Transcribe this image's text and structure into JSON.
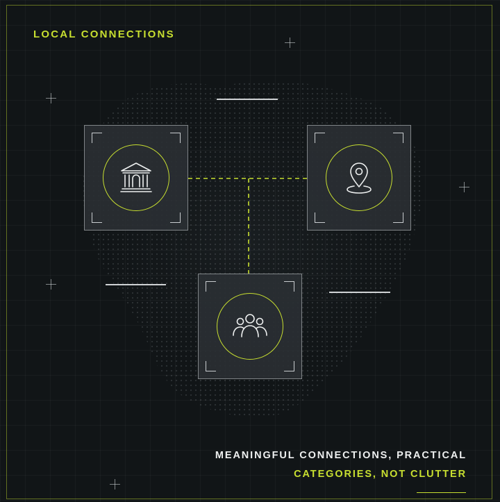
{
  "header": {
    "title": "LOCAL CONNECTIONS"
  },
  "footer": {
    "caption_line1": "MEANINGFUL CONNECTIONS, PRACTICAL",
    "caption_line2": "CATEGORIES, NOT CLUTTER"
  },
  "cards": [
    {
      "icon": "bank-building-icon"
    },
    {
      "icon": "location-pin-icon"
    },
    {
      "icon": "people-group-icon"
    }
  ],
  "colors": {
    "accent": "#c8df30",
    "text": "#eef0f0",
    "background": "#111517",
    "card": "#2a2f33",
    "stroke": "#c9cdd0"
  }
}
